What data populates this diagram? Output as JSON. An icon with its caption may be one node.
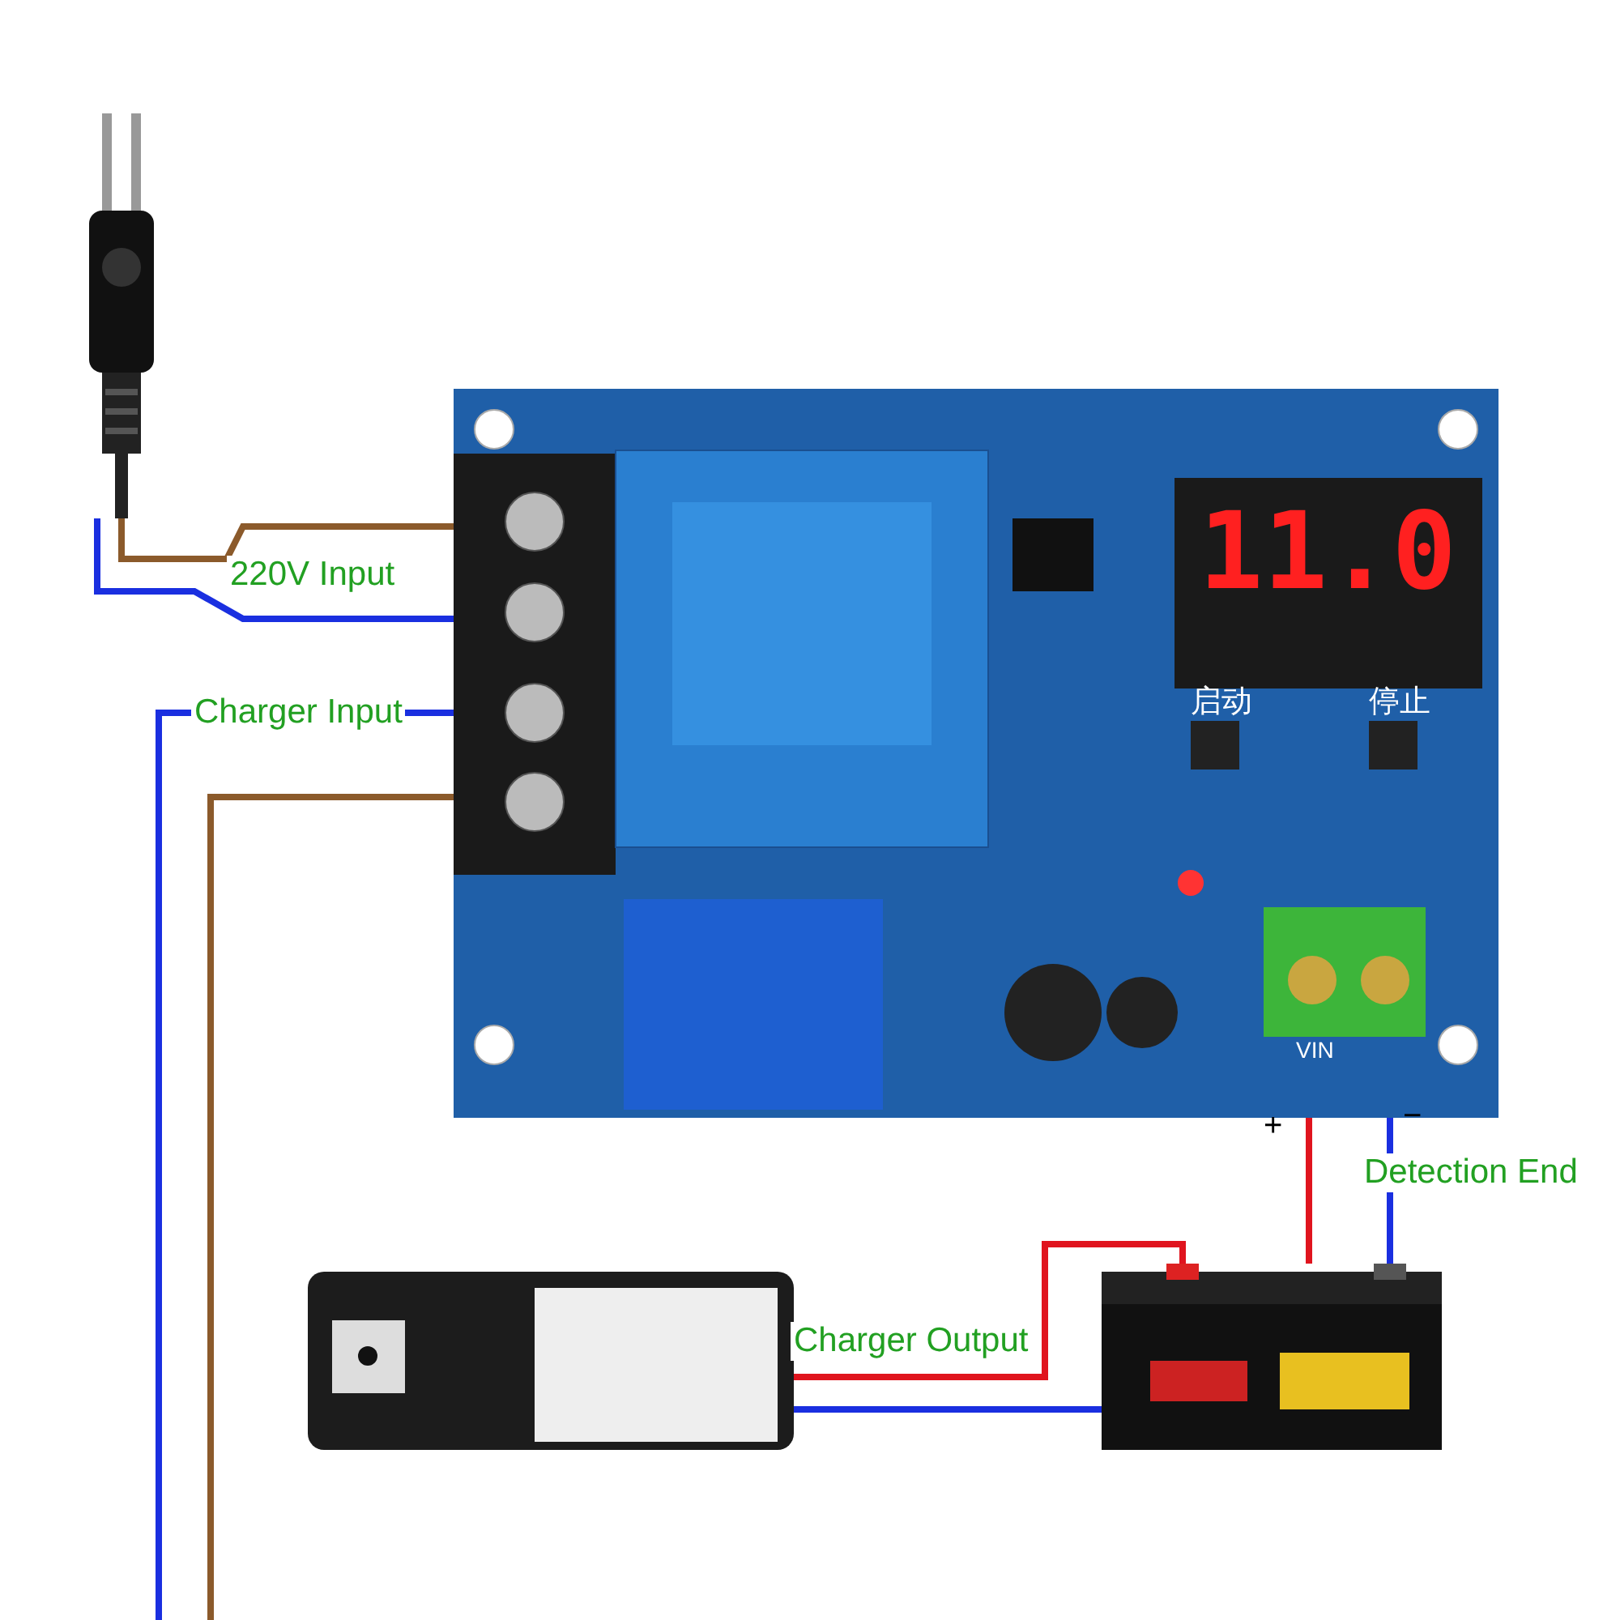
{
  "diagram": {
    "nodes": [
      {
        "text": [],
        "shape": "picture"
      },
      {
        "text": [],
        "shape": "picture"
      },
      {
        "text": [],
        "shape": "picture"
      },
      {
        "text": [],
        "shape": "picture"
      }
    ],
    "edges": [
      {
        "from": 0,
        "to": 1,
        "arrow": "none",
        "label": "220V Input",
        "color": "#8b5a2b"
      },
      {
        "from": 0,
        "to": 1,
        "arrow": "none",
        "color": "#1a2fe0"
      },
      {
        "from": 1,
        "to": null,
        "arrow": "none",
        "label": "Charger Input",
        "color": "#1a2fe0"
      },
      {
        "from": 1,
        "to": null,
        "arrow": "none",
        "color": "#8b5a2b"
      },
      {
        "from": 2,
        "to": 3,
        "arrow": "none",
        "label": "Charger Output",
        "color": "#e0141e"
      },
      {
        "from": 2,
        "to": 3,
        "arrow": "none",
        "color": "#1a2fe0"
      },
      {
        "from": 1,
        "to": 3,
        "arrow": "none",
        "color": "#e0141e"
      },
      {
        "from": 1,
        "to": 3,
        "arrow": "none",
        "label": "Detection End",
        "color": "#1a2fe0"
      }
    ],
    "labels": [
      "11.0",
      "启动",
      "停止",
      "VIN",
      "+",
      "−"
    ]
  }
}
